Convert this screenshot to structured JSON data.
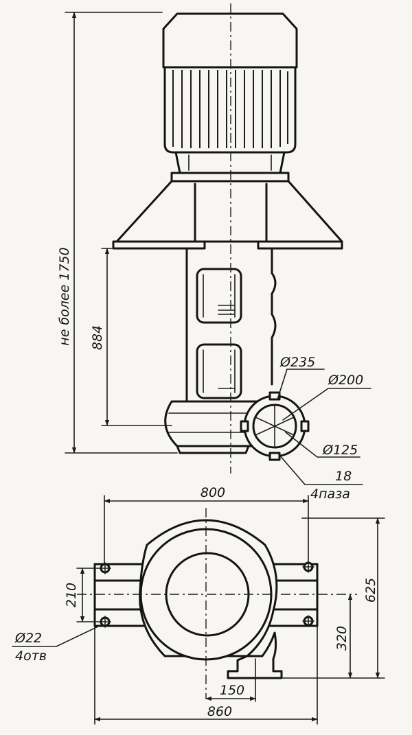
{
  "colors": {
    "ink": "#141414",
    "paper": "#f7f6f3"
  },
  "side_view": {
    "dims": {
      "height_total": "не более 1750",
      "height_base": "884",
      "d235": "Ø235",
      "d200": "Ø200",
      "d125": "Ø125",
      "holes_size": "18",
      "holes_count": "4паза"
    }
  },
  "plan_view": {
    "dims": {
      "width_top": "800",
      "width_bottom": "860",
      "spacing_210": "210",
      "height_625": "625",
      "offset_320": "320",
      "nozzle_150": "150",
      "hole_dia": "Ø22",
      "hole_count": "4отв"
    }
  }
}
